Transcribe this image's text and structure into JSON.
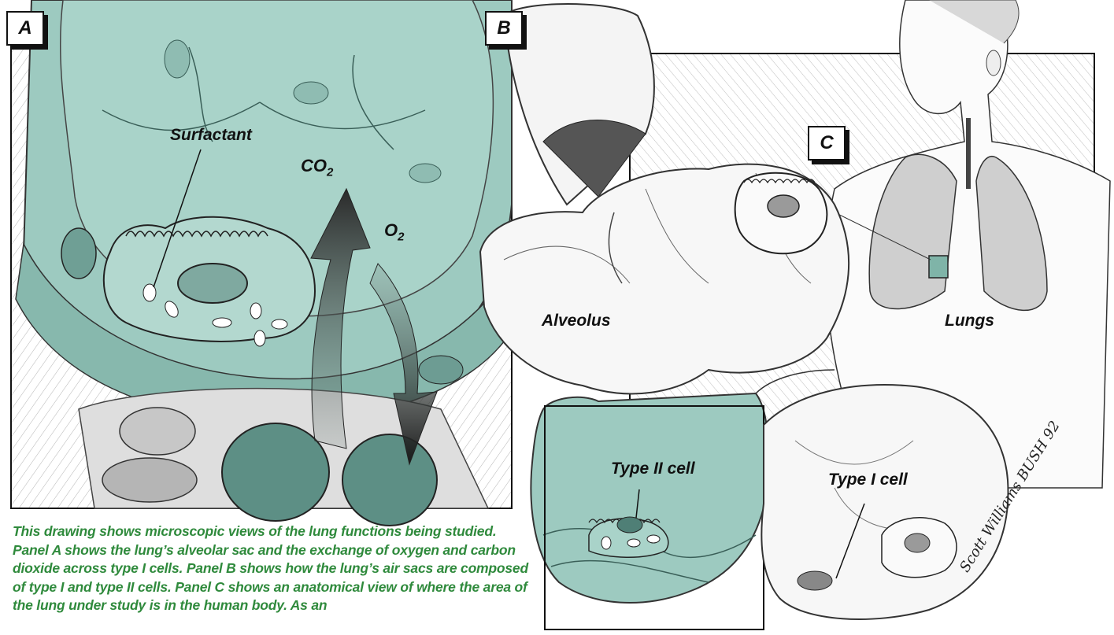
{
  "panels": {
    "a": "A",
    "b": "B",
    "c": "C"
  },
  "labels": {
    "surfactant": "Surfactant",
    "co2_base": "CO",
    "co2_sub": "2",
    "o2_base": "O",
    "o2_sub": "2",
    "alveolus": "Alveolus",
    "lungs": "Lungs",
    "type2": "Type II cell",
    "type1": "Type I cell"
  },
  "caption": "This drawing shows microscopic views of the lung functions being studied.  Panel A shows the lung’s alveolar sac and the exchange of oxygen and carbon dioxide across type I cells. Panel B shows how the lung’s air sacs are composed of type I and type II cells.  Panel C shows an anatomical view of where the area of the lung under study is in the human body.  As an",
  "signature": "Scott Williams BUSH 92",
  "colors": {
    "teal": "#9dcac0",
    "teal_dark": "#5f9a8e",
    "caption_green": "#2f8a3c",
    "ink": "#111111"
  }
}
